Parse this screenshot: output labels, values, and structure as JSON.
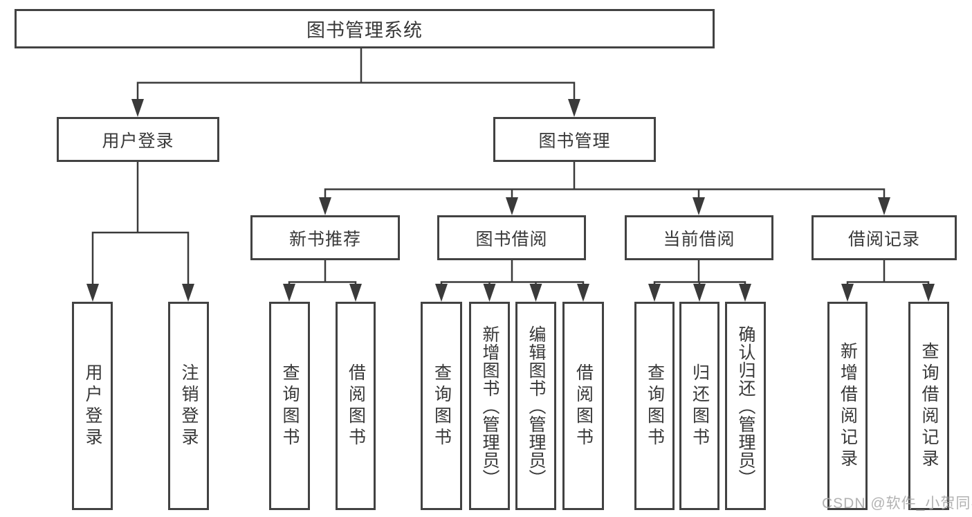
{
  "tree": {
    "root": {
      "label": "图书管理系统",
      "children": [
        {
          "label": "用户登录",
          "children": [
            {
              "label": "用户登录"
            },
            {
              "label": "注销登录"
            }
          ]
        },
        {
          "label": "图书管理",
          "children": [
            {
              "label": "新书推荐",
              "children": [
                {
                  "label": "查询图书"
                },
                {
                  "label": "借阅图书"
                }
              ]
            },
            {
              "label": "图书借阅",
              "children": [
                {
                  "label": "查询图书"
                },
                {
                  "label": "新增图书（管理员）"
                },
                {
                  "label": "编辑图书（管理员）"
                },
                {
                  "label": "借阅图书"
                }
              ]
            },
            {
              "label": "当前借阅",
              "children": [
                {
                  "label": "查询图书"
                },
                {
                  "label": "归还图书"
                },
                {
                  "label": "确认归还（管理员）"
                }
              ]
            },
            {
              "label": "借阅记录",
              "children": [
                {
                  "label": "新增借阅记录"
                },
                {
                  "label": "查询借阅记录"
                }
              ]
            }
          ]
        }
      ]
    }
  },
  "watermark": {
    "text": "CSDN @软件_小贺同学"
  },
  "colors": {
    "line": "#3a3a3a",
    "box_border": "#424242",
    "text": "#383838",
    "watermark": "#aaaaaa",
    "background": "#ffffff"
  }
}
